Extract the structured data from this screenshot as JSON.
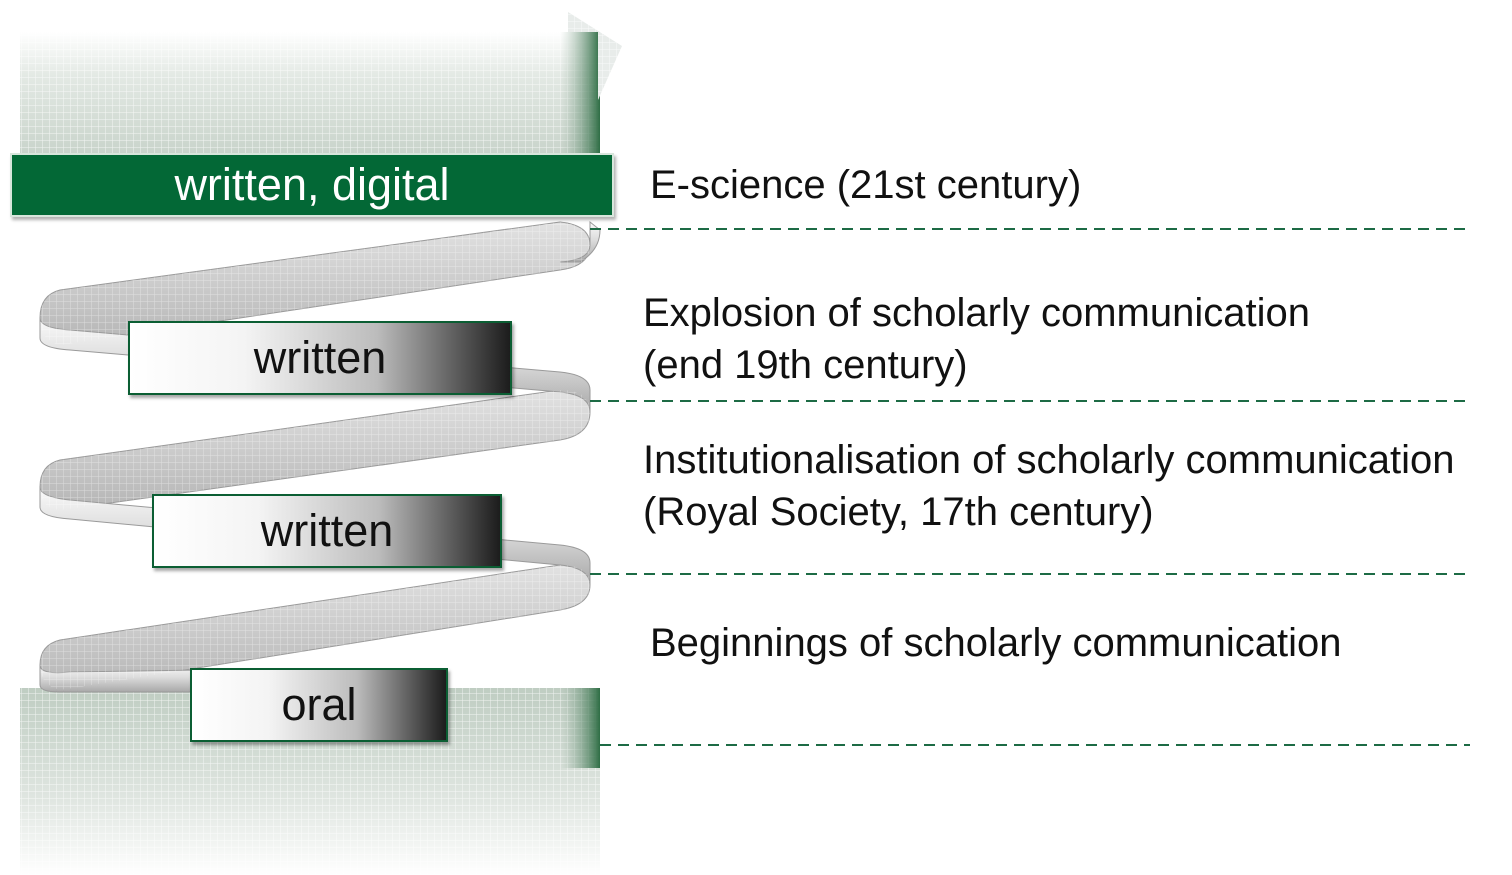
{
  "stages": {
    "top": "written, digital",
    "written_upper": "written",
    "written_lower": "written",
    "oral": "oral"
  },
  "eras": {
    "e_science": "E-science (21st century)",
    "explosion_line1": "Explosion of scholarly communication",
    "explosion_line2": "(end 19th century)",
    "institutionalisation_line1": "Institutionalisation of scholarly communication",
    "institutionalisation_line2": "(Royal Society, 17th century)",
    "beginnings": "Beginnings of scholarly communication"
  },
  "colors": {
    "accent_green": "#036836",
    "divider": "#1d6b45"
  }
}
